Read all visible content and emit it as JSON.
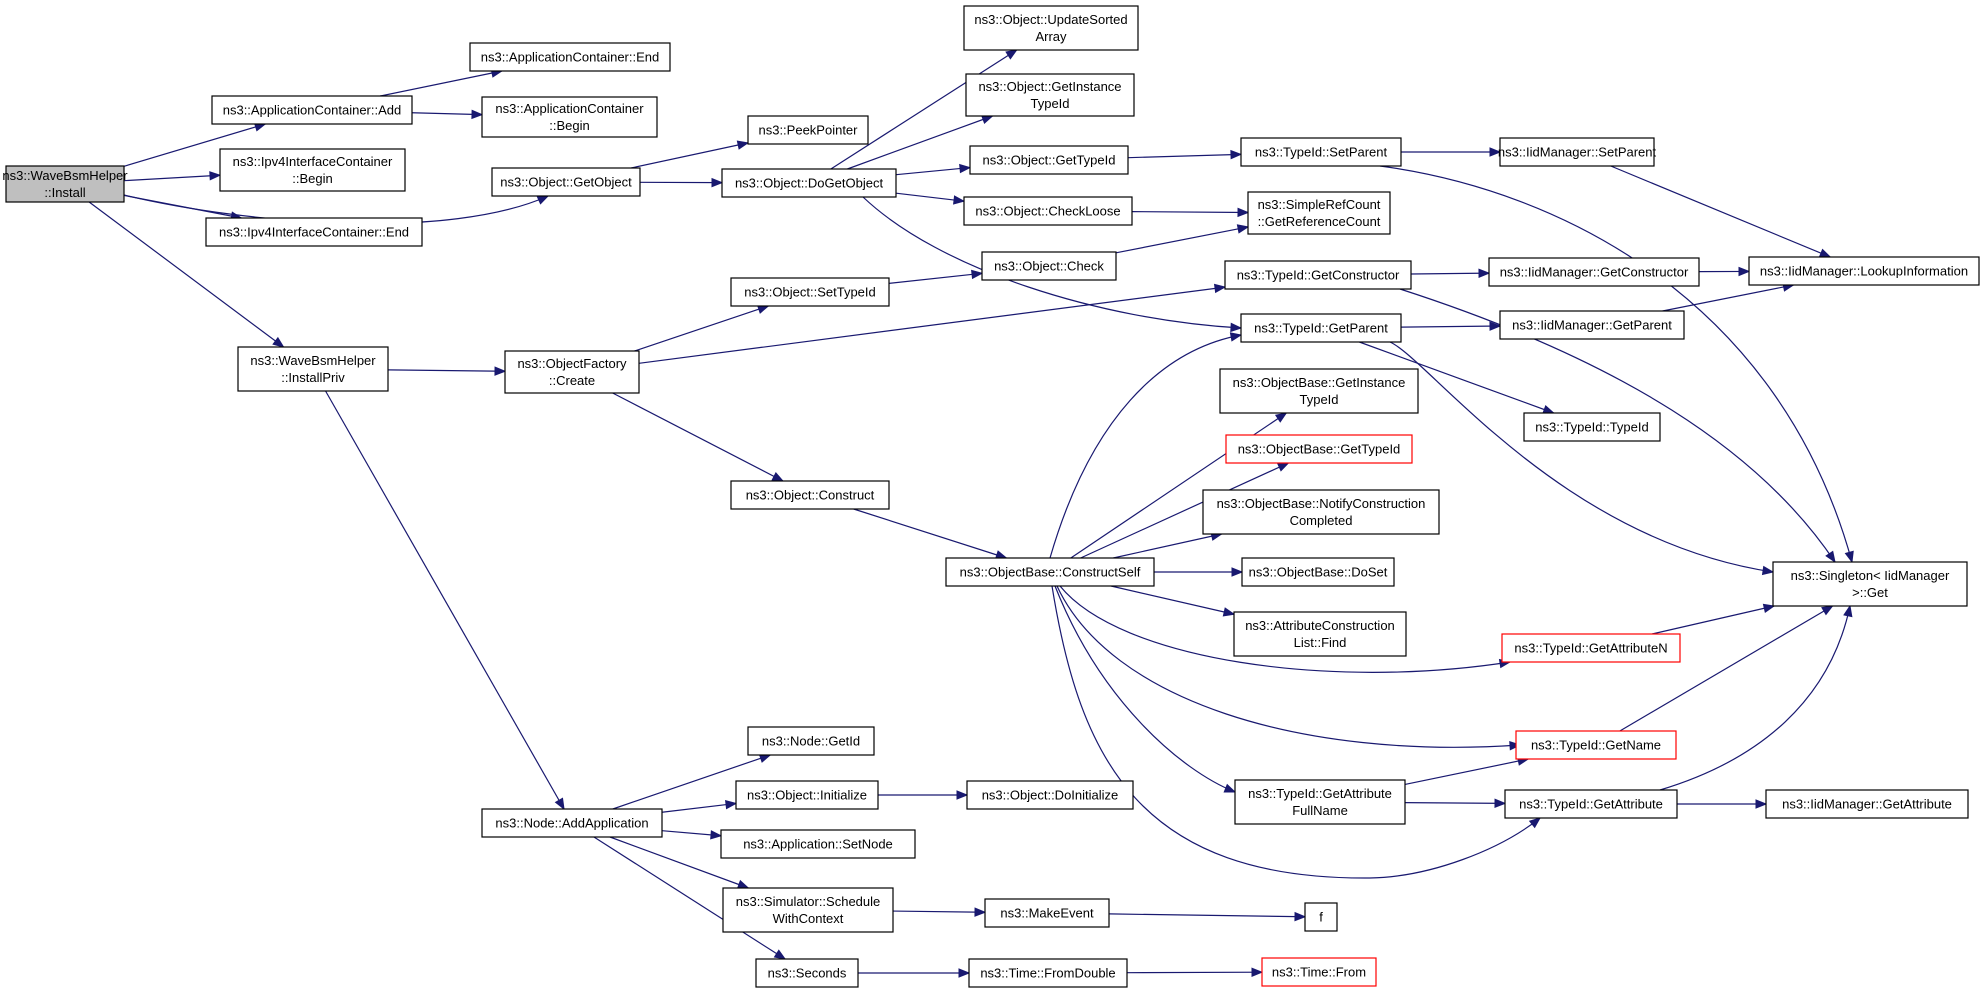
{
  "graph": {
    "nodes": [
      {
        "id": "n0",
        "lines": [
          "ns3::WaveBsmHelper",
          "::Install"
        ],
        "style": "root"
      },
      {
        "id": "n1",
        "lines": [
          "ns3::ApplicationContainer::Add"
        ]
      },
      {
        "id": "n2",
        "lines": [
          "ns3::ApplicationContainer::End"
        ]
      },
      {
        "id": "n3",
        "lines": [
          "ns3::ApplicationContainer",
          "::Begin"
        ]
      },
      {
        "id": "n4",
        "lines": [
          "ns3::Ipv4InterfaceContainer",
          "::Begin"
        ]
      },
      {
        "id": "n5",
        "lines": [
          "ns3::Ipv4InterfaceContainer::End"
        ]
      },
      {
        "id": "n6",
        "lines": [
          "ns3::Object::GetObject"
        ]
      },
      {
        "id": "n7",
        "lines": [
          "ns3::PeekPointer"
        ]
      },
      {
        "id": "n8",
        "lines": [
          "ns3::Object::DoGetObject"
        ]
      },
      {
        "id": "n9",
        "lines": [
          "ns3::Object::UpdateSorted",
          "Array"
        ]
      },
      {
        "id": "n10",
        "lines": [
          "ns3::Object::GetInstance",
          "TypeId"
        ]
      },
      {
        "id": "n11",
        "lines": [
          "ns3::Object::GetTypeId"
        ]
      },
      {
        "id": "n12",
        "lines": [
          "ns3::Object::CheckLoose"
        ]
      },
      {
        "id": "n13",
        "lines": [
          "ns3::TypeId::SetParent"
        ]
      },
      {
        "id": "n14",
        "lines": [
          "ns3::IidManager::SetParent"
        ]
      },
      {
        "id": "n15",
        "lines": [
          "ns3::SimpleRefCount",
          "::GetReferenceCount"
        ]
      },
      {
        "id": "n16",
        "lines": [
          "ns3::Object::Check"
        ]
      },
      {
        "id": "n17",
        "lines": [
          "ns3::Object::SetTypeId"
        ]
      },
      {
        "id": "n18",
        "lines": [
          "ns3::TypeId::GetConstructor"
        ]
      },
      {
        "id": "n19",
        "lines": [
          "ns3::IidManager::GetConstructor"
        ]
      },
      {
        "id": "n20",
        "lines": [
          "ns3::IidManager::LookupInformation"
        ]
      },
      {
        "id": "n21",
        "lines": [
          "ns3::WaveBsmHelper",
          "::InstallPriv"
        ]
      },
      {
        "id": "n22",
        "lines": [
          "ns3::ObjectFactory",
          "::Create"
        ]
      },
      {
        "id": "n23",
        "lines": [
          "ns3::TypeId::GetParent"
        ]
      },
      {
        "id": "n24",
        "lines": [
          "ns3::IidManager::GetParent"
        ]
      },
      {
        "id": "n25",
        "lines": [
          "ns3::ObjectBase::GetInstance",
          "TypeId"
        ]
      },
      {
        "id": "n26",
        "lines": [
          "ns3::TypeId::TypeId"
        ]
      },
      {
        "id": "n27",
        "lines": [
          "ns3::ObjectBase::GetTypeId"
        ],
        "style": "red"
      },
      {
        "id": "n28",
        "lines": [
          "ns3::Object::Construct"
        ]
      },
      {
        "id": "n29",
        "lines": [
          "ns3::ObjectBase::NotifyConstruction",
          "Completed"
        ]
      },
      {
        "id": "n30",
        "lines": [
          "ns3::ObjectBase::ConstructSelf"
        ]
      },
      {
        "id": "n31",
        "lines": [
          "ns3::ObjectBase::DoSet"
        ]
      },
      {
        "id": "n32",
        "lines": [
          "ns3::Singleton< IidManager",
          ">::Get"
        ]
      },
      {
        "id": "n33",
        "lines": [
          "ns3::AttributeConstruction",
          "List::Find"
        ]
      },
      {
        "id": "n34",
        "lines": [
          "ns3::TypeId::GetAttributeN"
        ],
        "style": "red"
      },
      {
        "id": "n35",
        "lines": [
          "ns3::Node::GetId"
        ]
      },
      {
        "id": "n36",
        "lines": [
          "ns3::TypeId::GetName"
        ],
        "style": "red"
      },
      {
        "id": "n37",
        "lines": [
          "ns3::Object::Initialize"
        ]
      },
      {
        "id": "n38",
        "lines": [
          "ns3::Object::DoInitialize"
        ]
      },
      {
        "id": "n39",
        "lines": [
          "ns3::TypeId::GetAttribute",
          "FullName"
        ]
      },
      {
        "id": "n40",
        "lines": [
          "ns3::Node::AddApplication"
        ]
      },
      {
        "id": "n41",
        "lines": [
          "ns3::TypeId::GetAttribute"
        ]
      },
      {
        "id": "n42",
        "lines": [
          "ns3::IidManager::GetAttribute"
        ]
      },
      {
        "id": "n43",
        "lines": [
          "ns3::Application::SetNode"
        ]
      },
      {
        "id": "n44",
        "lines": [
          "ns3::Simulator::Schedule",
          "WithContext"
        ]
      },
      {
        "id": "n45",
        "lines": [
          "ns3::MakeEvent"
        ]
      },
      {
        "id": "n46",
        "lines": [
          "f"
        ]
      },
      {
        "id": "n47",
        "lines": [
          "ns3::Seconds"
        ]
      },
      {
        "id": "n48",
        "lines": [
          "ns3::Time::FromDouble"
        ]
      },
      {
        "id": "n49",
        "lines": [
          "ns3::Time::From"
        ],
        "style": "red"
      }
    ],
    "edges": [
      [
        "n0",
        "n1"
      ],
      [
        "n0",
        "n4"
      ],
      [
        "n0",
        "n5"
      ],
      [
        "n0",
        "n6"
      ],
      [
        "n0",
        "n21"
      ],
      [
        "n1",
        "n2"
      ],
      [
        "n1",
        "n3"
      ],
      [
        "n6",
        "n7"
      ],
      [
        "n6",
        "n8"
      ],
      [
        "n8",
        "n9"
      ],
      [
        "n8",
        "n10"
      ],
      [
        "n8",
        "n11"
      ],
      [
        "n8",
        "n12"
      ],
      [
        "n8",
        "n23"
      ],
      [
        "n11",
        "n13"
      ],
      [
        "n13",
        "n14"
      ],
      [
        "n13",
        "n32"
      ],
      [
        "n12",
        "n15"
      ],
      [
        "n16",
        "n15"
      ],
      [
        "n14",
        "n20"
      ],
      [
        "n19",
        "n20"
      ],
      [
        "n24",
        "n20"
      ],
      [
        "n17",
        "n16"
      ],
      [
        "n18",
        "n19"
      ],
      [
        "n18",
        "n32"
      ],
      [
        "n21",
        "n22"
      ],
      [
        "n21",
        "n40"
      ],
      [
        "n22",
        "n17"
      ],
      [
        "n22",
        "n18"
      ],
      [
        "n22",
        "n28"
      ],
      [
        "n23",
        "n24"
      ],
      [
        "n23",
        "n26"
      ],
      [
        "n23",
        "n32"
      ],
      [
        "n28",
        "n30"
      ],
      [
        "n30",
        "n23"
      ],
      [
        "n30",
        "n25"
      ],
      [
        "n30",
        "n27"
      ],
      [
        "n30",
        "n29"
      ],
      [
        "n30",
        "n31"
      ],
      [
        "n30",
        "n33"
      ],
      [
        "n30",
        "n34"
      ],
      [
        "n30",
        "n36"
      ],
      [
        "n30",
        "n39"
      ],
      [
        "n30",
        "n41"
      ],
      [
        "n34",
        "n32"
      ],
      [
        "n36",
        "n32"
      ],
      [
        "n41",
        "n32"
      ],
      [
        "n39",
        "n36"
      ],
      [
        "n39",
        "n41"
      ],
      [
        "n41",
        "n42"
      ],
      [
        "n40",
        "n35"
      ],
      [
        "n40",
        "n37"
      ],
      [
        "n40",
        "n43"
      ],
      [
        "n40",
        "n44"
      ],
      [
        "n40",
        "n47"
      ],
      [
        "n37",
        "n38"
      ],
      [
        "n44",
        "n45"
      ],
      [
        "n45",
        "n46"
      ],
      [
        "n47",
        "n48"
      ],
      [
        "n48",
        "n49"
      ]
    ]
  }
}
